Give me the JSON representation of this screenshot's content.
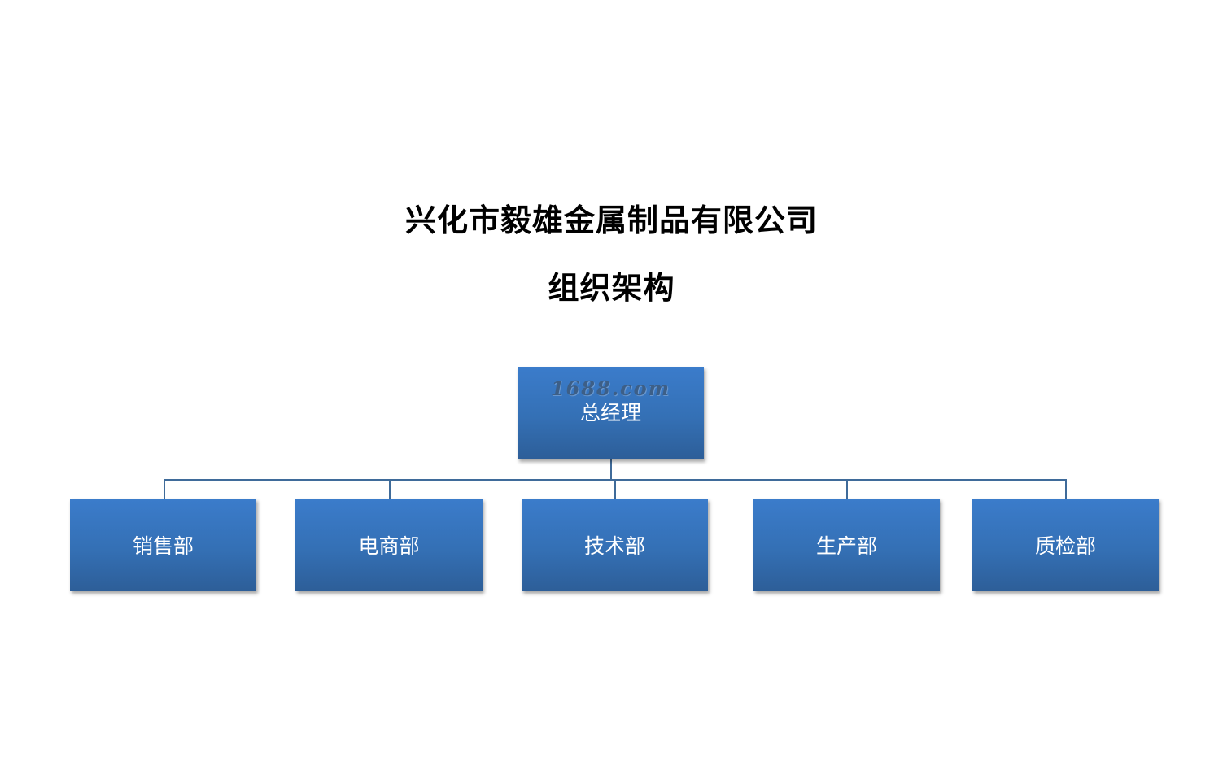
{
  "title": {
    "line1": "兴化市毅雄金属制品有限公司",
    "line2": "组织架构"
  },
  "org": {
    "root": {
      "watermark": "1688.com",
      "label": "总经理"
    },
    "departments": [
      {
        "label": "销售部"
      },
      {
        "label": "电商部"
      },
      {
        "label": "技术部"
      },
      {
        "label": "生产部"
      },
      {
        "label": "质检部"
      }
    ]
  },
  "colors": {
    "box_top": "#3b7ccb",
    "box_bottom": "#2d5e98",
    "connector": "#3f6b9a",
    "text": "#ffffff"
  }
}
